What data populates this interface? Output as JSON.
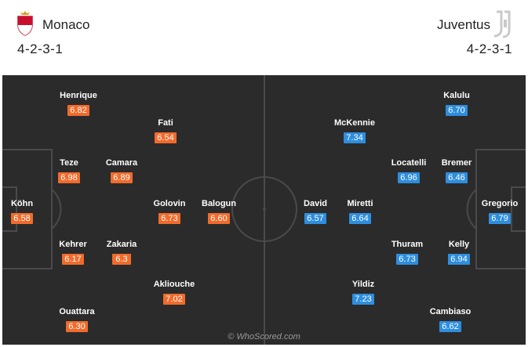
{
  "home": {
    "name": "Monaco",
    "formation": "4-2-3-1",
    "players": [
      {
        "name": "Henrique",
        "rating": "6.82"
      },
      {
        "name": "Fati",
        "rating": "6.54"
      },
      {
        "name": "Teze",
        "rating": "6.98"
      },
      {
        "name": "Camara",
        "rating": "6.89"
      },
      {
        "name": "Köhn",
        "rating": "6.58"
      },
      {
        "name": "Golovin",
        "rating": "6.73"
      },
      {
        "name": "Balogun",
        "rating": "6.60"
      },
      {
        "name": "Kehrer",
        "rating": "6.17"
      },
      {
        "name": "Zakaria",
        "rating": "6.3"
      },
      {
        "name": "Akliouche",
        "rating": "7.02"
      },
      {
        "name": "Ouattara",
        "rating": "6.30"
      }
    ]
  },
  "away": {
    "name": "Juventus",
    "formation": "4-2-3-1",
    "players": [
      {
        "name": "Kalulu",
        "rating": "6.70"
      },
      {
        "name": "McKennie",
        "rating": "7.34"
      },
      {
        "name": "Locatelli",
        "rating": "6.96"
      },
      {
        "name": "Bremer",
        "rating": "6.46"
      },
      {
        "name": "David",
        "rating": "6.57"
      },
      {
        "name": "Miretti",
        "rating": "6.64"
      },
      {
        "name": "Gregorio",
        "rating": "6.79"
      },
      {
        "name": "Thuram",
        "rating": "6.73"
      },
      {
        "name": "Kelly",
        "rating": "6.94"
      },
      {
        "name": "Yildiz",
        "rating": "7.23"
      },
      {
        "name": "Cambiaso",
        "rating": "6.62"
      }
    ]
  },
  "watermark": "© WhoScored.com",
  "colors": {
    "home_rating": "#f26b2c",
    "away_rating": "#2e8ede",
    "pitch": "#2b2b2b",
    "lines": "#4a4a4a"
  },
  "icons": {
    "home_crest": "monaco-crest-icon",
    "away_crest": "juventus-crest-icon"
  }
}
